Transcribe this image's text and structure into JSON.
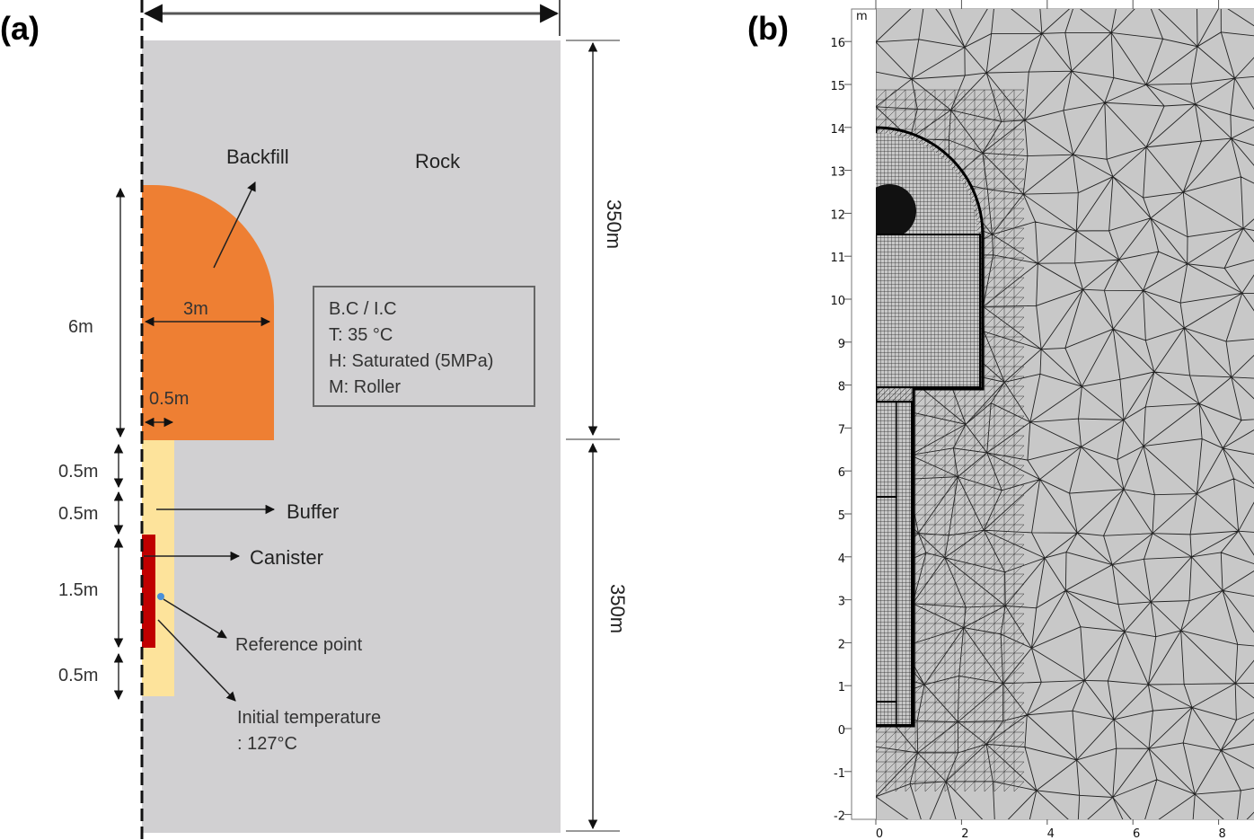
{
  "panel_a": {
    "label": "(a)",
    "regions": {
      "backfill": "Backfill",
      "rock": "Rock",
      "buffer": "Buffer",
      "canister": "Canister"
    },
    "dims": {
      "height_top": "350m",
      "height_bottom": "350m",
      "tunnel_height": "6m",
      "tunnel_radius": "3m",
      "buffer_width": "0.5m",
      "d1": "0.5m",
      "d2": "0.5m",
      "canister_height": "1.5m",
      "d3": "0.5m"
    },
    "bc_box": [
      "B.C / I.C",
      "T: 35 °C",
      "H: Saturated (5MPa)",
      "M: Roller"
    ],
    "reference_point": "Reference point",
    "initial_temp": [
      "Initial temperature",
      ": 127°C"
    ],
    "colors": {
      "rock": "#d1d0d2",
      "backfill": "#ee7f33",
      "buffer": "#fde39b",
      "canister": "#c00000",
      "ref": "#4a90d9"
    }
  },
  "panel_b": {
    "label": "(b)",
    "unit": "m",
    "y_ticks": [
      "16",
      "15",
      "14",
      "13",
      "12",
      "11",
      "10",
      "9",
      "8",
      "7",
      "6",
      "5",
      "4",
      "3",
      "2",
      "1",
      "0",
      "-1",
      "-2"
    ],
    "x_ticks": [
      "0",
      "2",
      "4",
      "6",
      "8"
    ]
  }
}
